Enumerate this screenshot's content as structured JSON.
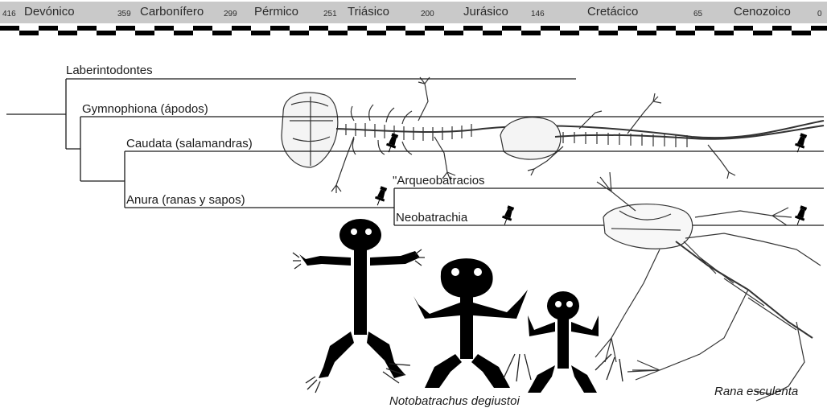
{
  "timescale": {
    "periods": [
      {
        "name": "Devónico",
        "start_age": "416"
      },
      {
        "name": "Carbonífero",
        "start_age": "359"
      },
      {
        "name": "Pérmico",
        "start_age": "299"
      },
      {
        "name": "Triásico",
        "start_age": "251"
      },
      {
        "name": "Jurásico",
        "start_age": "200"
      },
      {
        "name": "Cretácico",
        "start_age": "146"
      },
      {
        "name": "Cenozoico",
        "start_age": "65"
      }
    ],
    "end_age": "0"
  },
  "clades": {
    "laberintodontes": "Laberintodontes",
    "gymnophiona": "Gymnophiona (ápodos)",
    "caudata": "Caudata (salamandras)",
    "anura": "Anura (ranas y sapos)",
    "arqueobatracios": "\"Arqueobatracios",
    "neobatrachia": "Neobatrachia"
  },
  "species": {
    "notobatrachus": "Notobatrachus degiustoi",
    "rana": "Rana esculenta"
  },
  "colors": {
    "band": "#c9c9c9",
    "ink": "#1a1a1a",
    "fossil": "#000000"
  },
  "icons": [
    "pushpin-icon",
    "salamander-skeleton",
    "frog-skeleton",
    "frog-silhouette"
  ]
}
